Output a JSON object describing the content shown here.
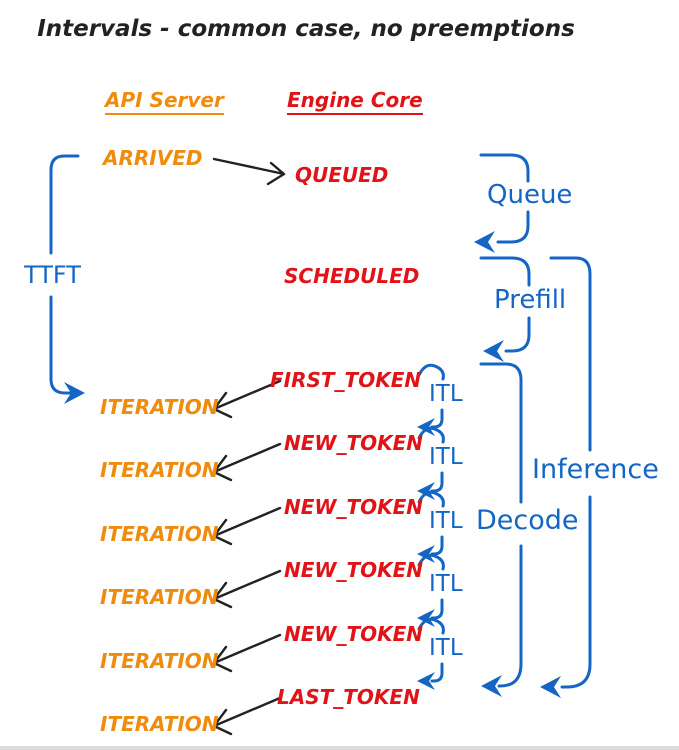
{
  "title": "Intervals - common case, no preemptions",
  "headers": {
    "api_server": "API Server",
    "engine_core": "Engine Core"
  },
  "events": {
    "arrived": "ARRIVED",
    "queued": "QUEUED",
    "scheduled": "SCHEDULED",
    "iteration": "ITERATION"
  },
  "token_sequence": [
    "FIRST_TOKEN",
    "NEW_TOKEN",
    "NEW_TOKEN",
    "NEW_TOKEN",
    "NEW_TOKEN",
    "LAST_TOKEN"
  ],
  "intervals": {
    "ttft": "TTFT",
    "queue": "Queue",
    "prefill": "Prefill",
    "itl": "ITL",
    "decode": "Decode",
    "inference": "Inference"
  },
  "colors": {
    "orange": "#EF8C0E",
    "red": "#E01418",
    "blue": "#1566C4",
    "black": "#222222",
    "background": "#FFFFFF"
  }
}
